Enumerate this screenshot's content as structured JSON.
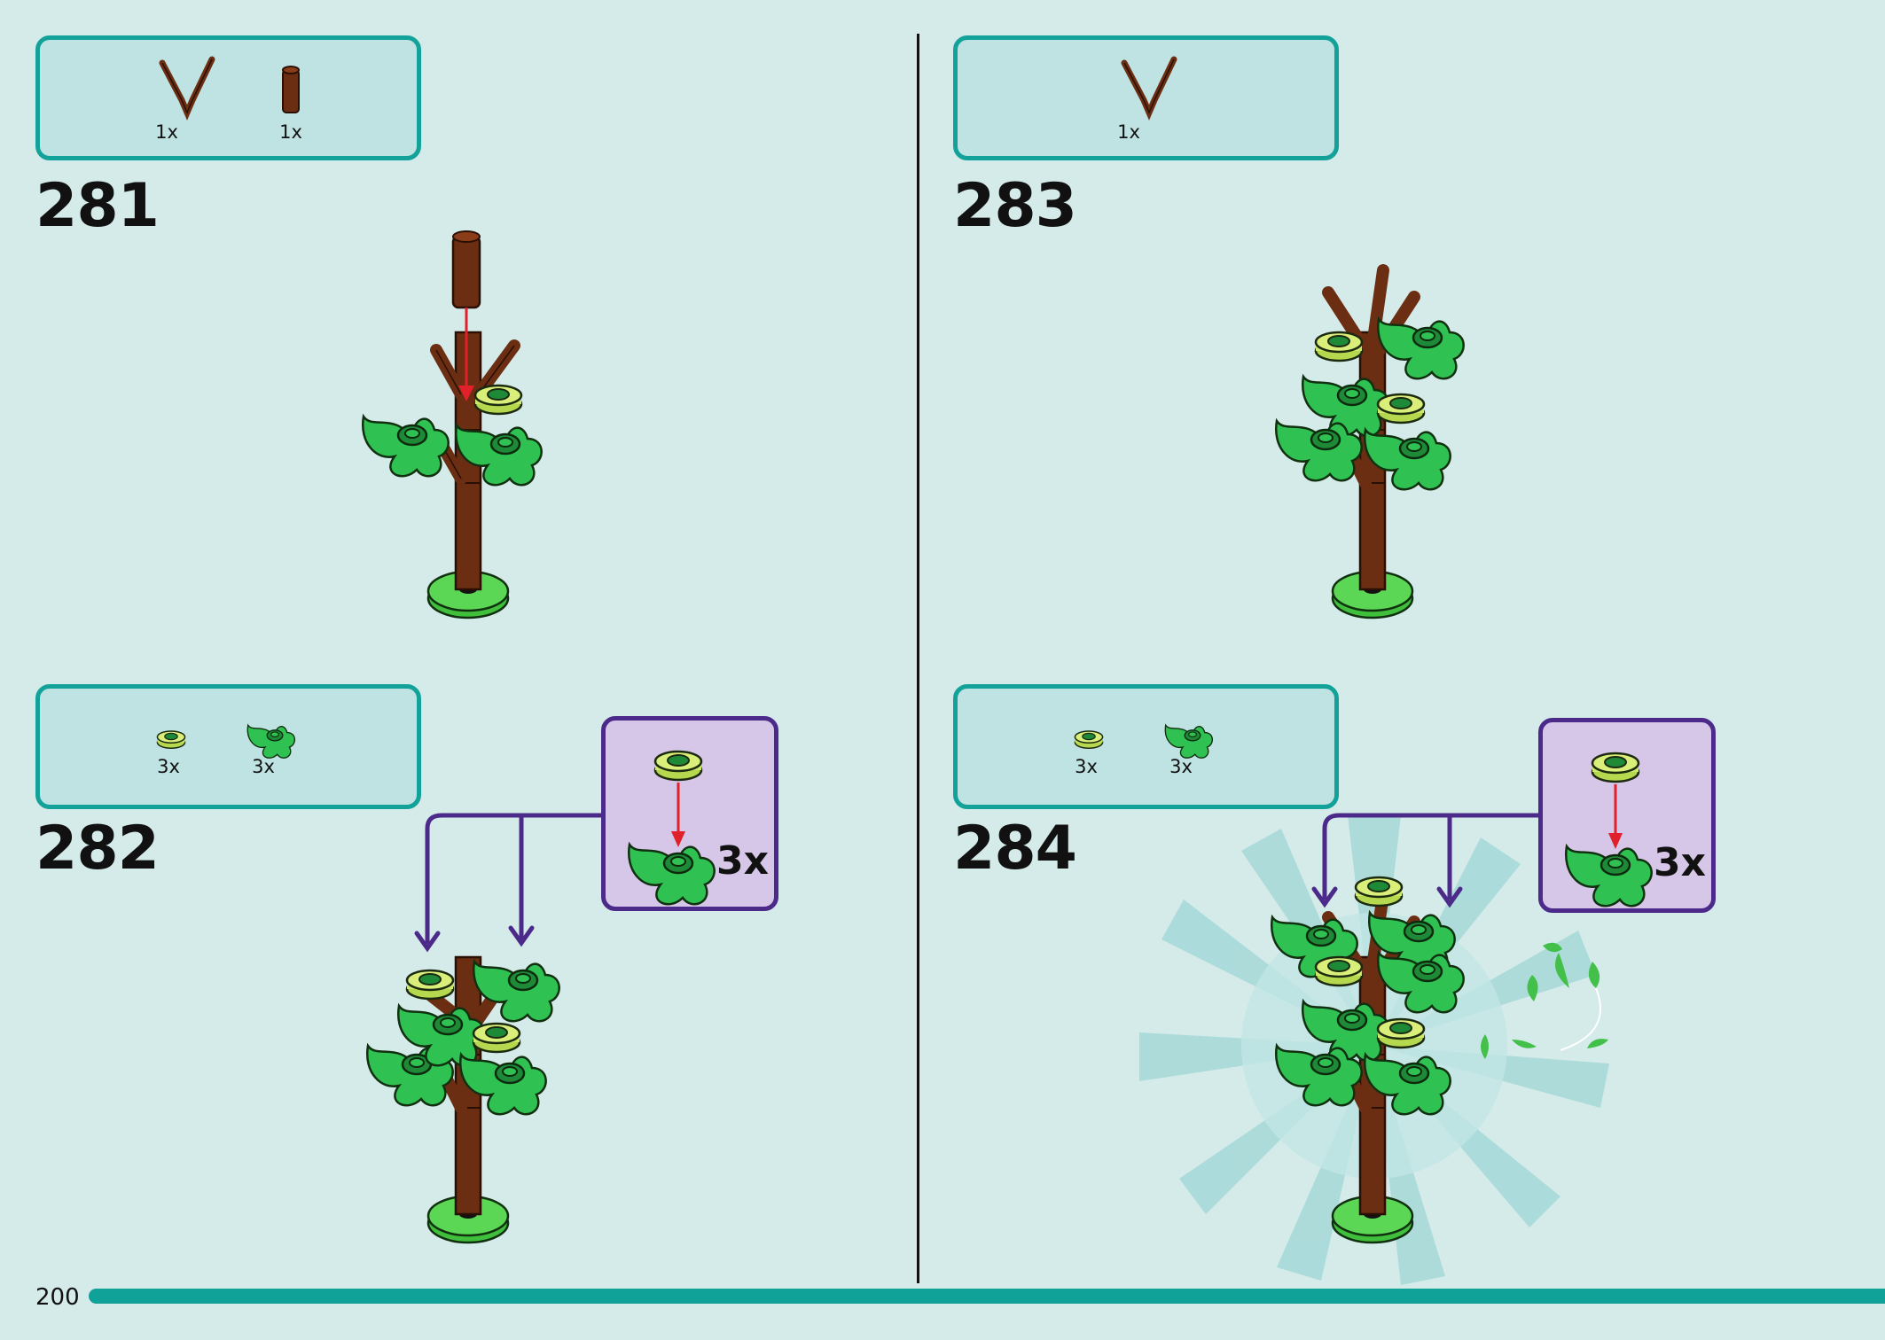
{
  "page": {
    "number": "200"
  },
  "steps": [
    {
      "number": "281",
      "parts": [
        {
          "qty": "1x",
          "icon": "branch-piece-icon"
        },
        {
          "qty": "1x",
          "icon": "brown-round-brick-icon"
        }
      ]
    },
    {
      "number": "282",
      "parts": [
        {
          "qty": "3x",
          "icon": "yellow-green-round-plate-icon"
        },
        {
          "qty": "3x",
          "icon": "green-leaf-piece-icon"
        }
      ],
      "callout": {
        "qty": "3x"
      }
    },
    {
      "number": "283",
      "parts": [
        {
          "qty": "1x",
          "icon": "branch-piece-icon"
        }
      ]
    },
    {
      "number": "284",
      "parts": [
        {
          "qty": "3x",
          "icon": "yellow-green-round-plate-icon"
        },
        {
          "qty": "3x",
          "icon": "green-leaf-piece-icon"
        }
      ],
      "callout": {
        "qty": "3x"
      }
    }
  ],
  "colors": {
    "background": "#d4ebe9",
    "parts_border": "#13a29a",
    "parts_fill": "#bfe3e2",
    "callout_border": "#4b2a8a",
    "callout_fill": "#d6c6e7",
    "trunk": "#6b2e12",
    "leaf": "#2fc152",
    "base": "#52d04b",
    "arrow_red": "#e0202a",
    "progress_bar": "#10a199"
  }
}
